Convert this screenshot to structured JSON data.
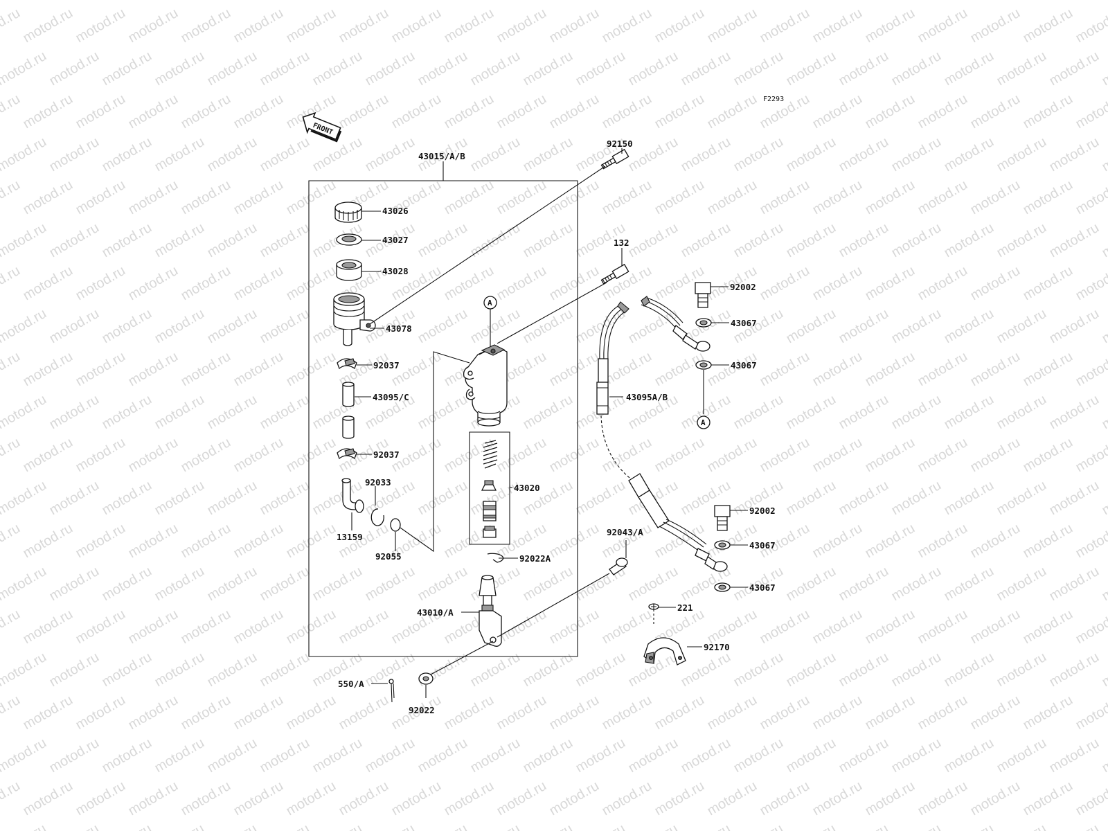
{
  "figure_code": "F2293",
  "front_label": "FRONT",
  "watermark": "motod.ru",
  "ref_marker": "A",
  "parts": {
    "p43015": "43015/A/B",
    "p43026": "43026",
    "p43027": "43027",
    "p43028": "43028",
    "p43078": "43078",
    "p92037a": "92037",
    "p43095c": "43095/C",
    "p92037b": "92037",
    "p92033": "92033",
    "p13159": "13159",
    "p92055": "92055",
    "p43020": "43020",
    "p92022a": "92022A",
    "p43010": "43010/A",
    "p550": "550/A",
    "p92022": "92022",
    "p92150": "92150",
    "p132": "132",
    "p92002a": "92002",
    "p43067a": "43067",
    "p43067b": "43067",
    "p43095ab": "43095A/B",
    "p92002b": "92002",
    "p43067c": "43067",
    "p43067d": "43067",
    "p92043": "92043/A",
    "p221": "221",
    "p92170": "92170"
  }
}
